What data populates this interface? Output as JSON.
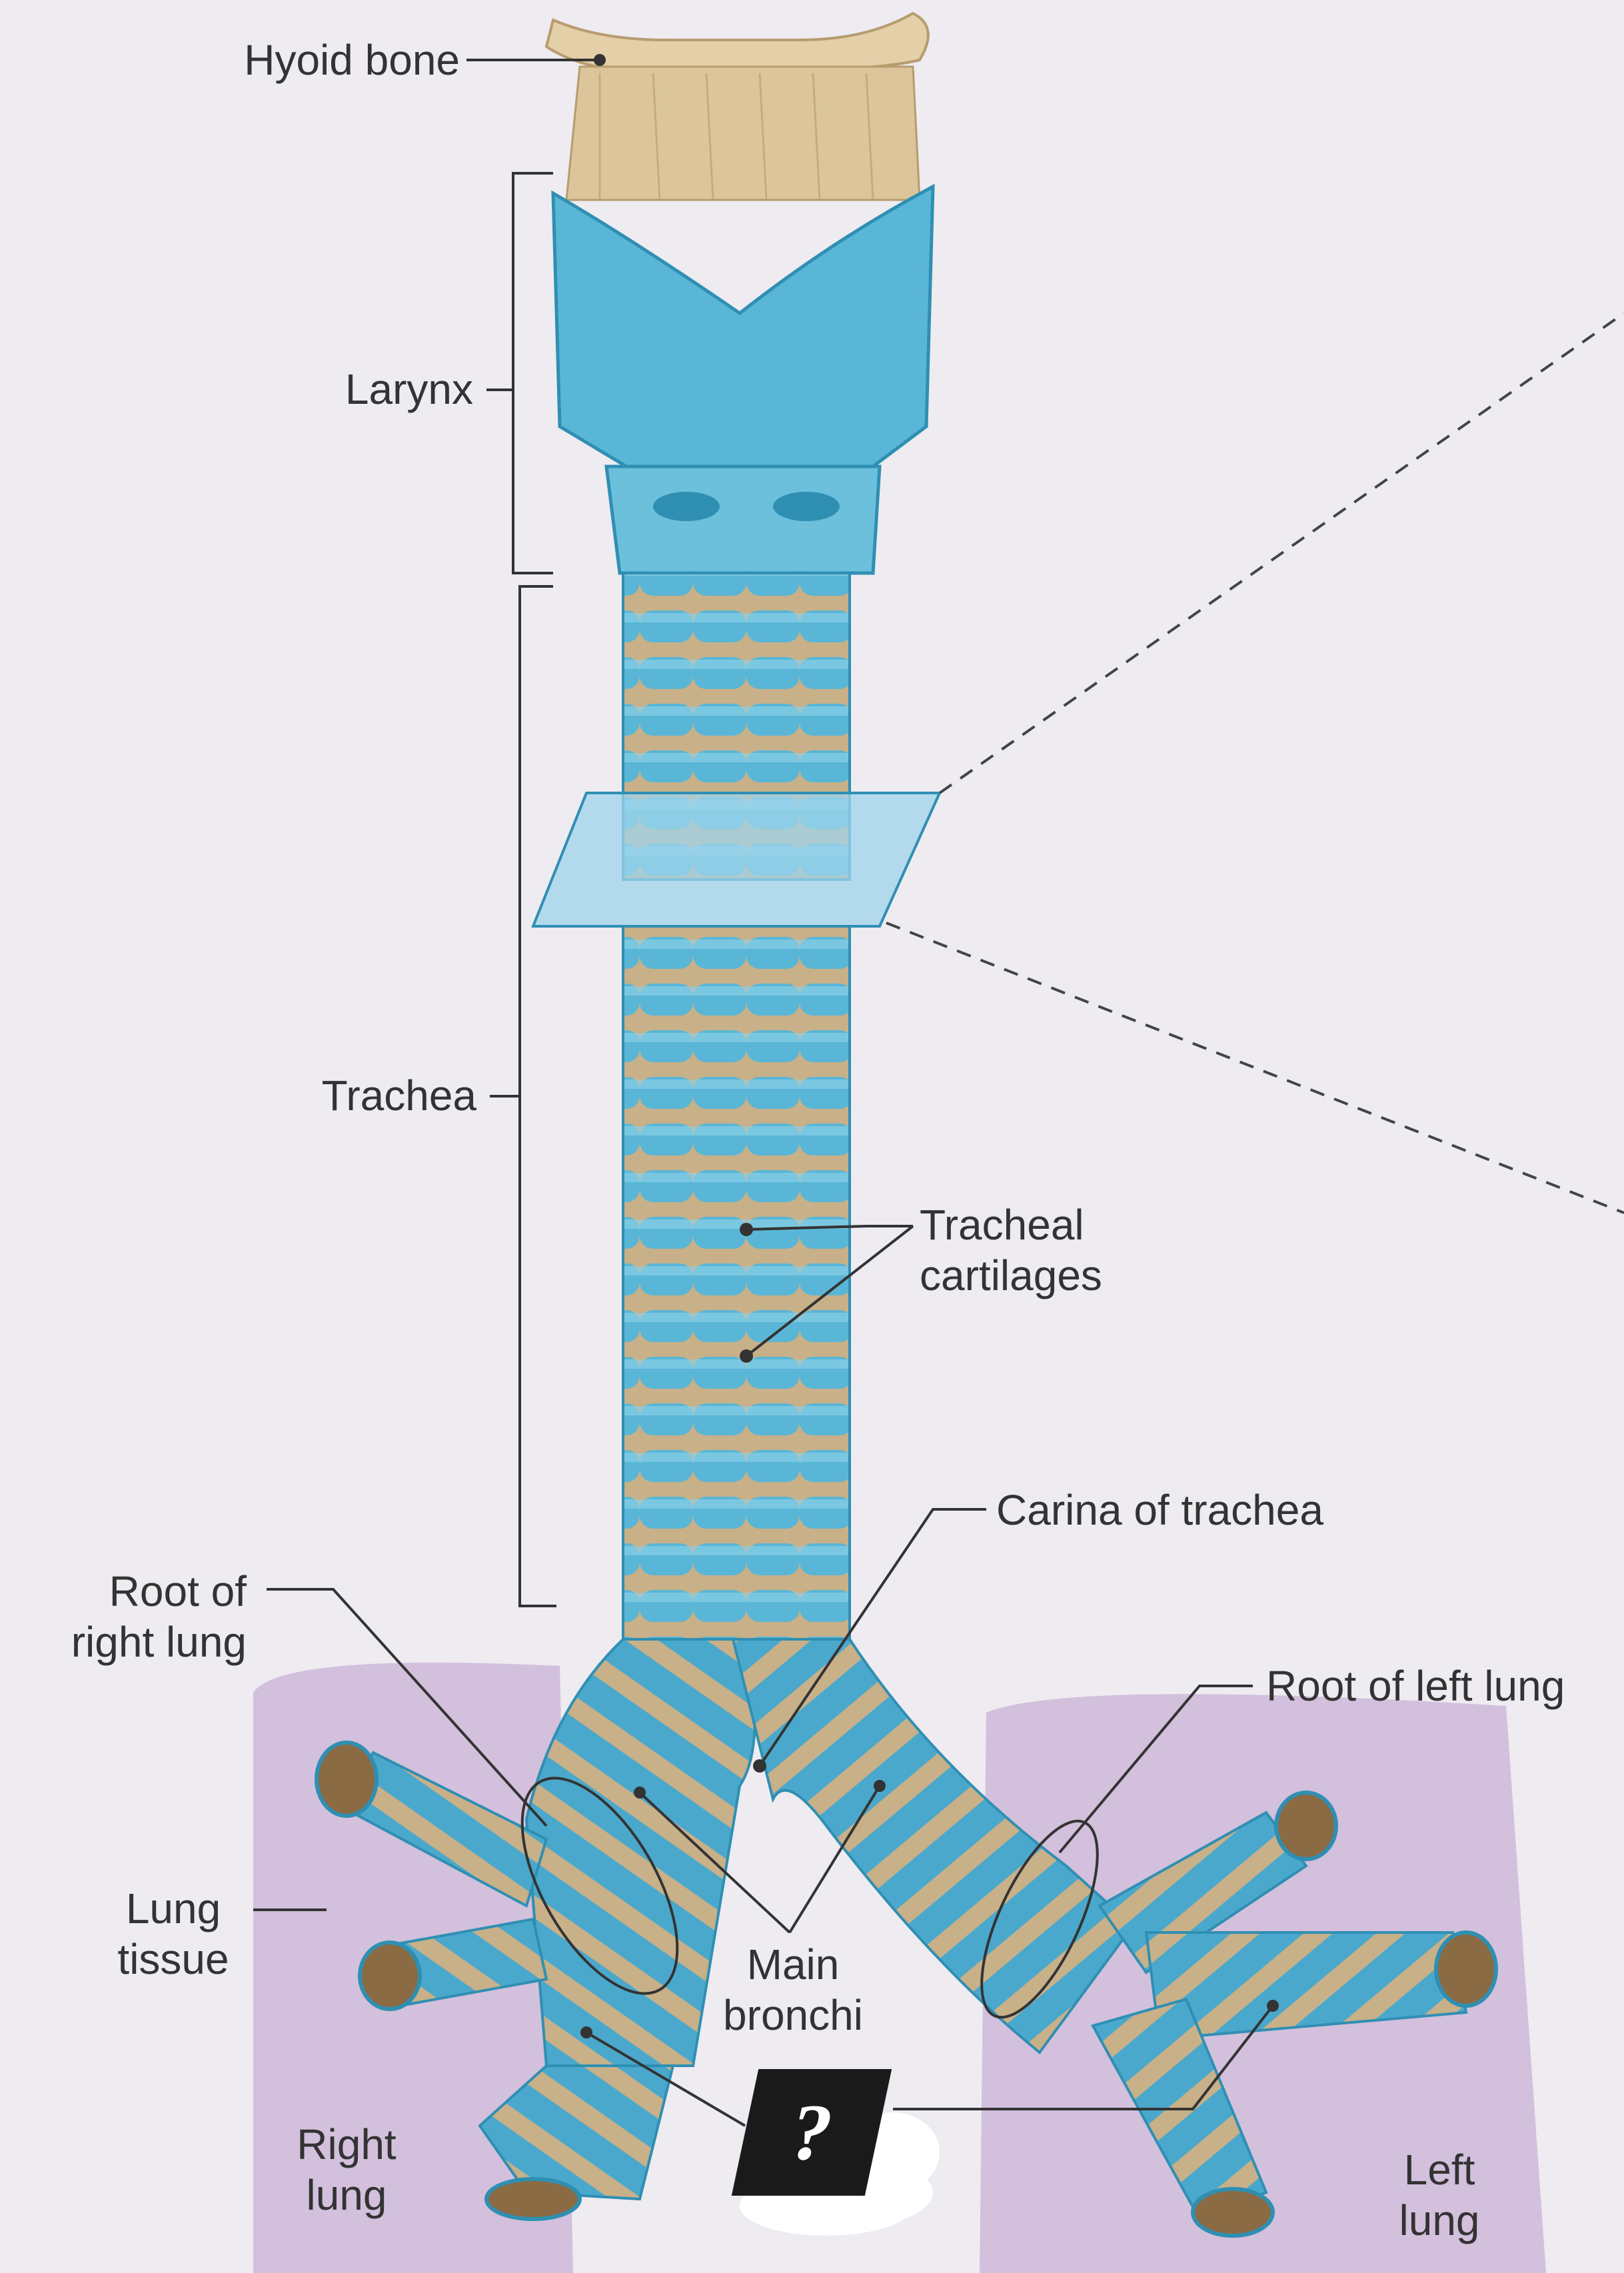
{
  "labels": {
    "hyoid_bone": "Hyoid bone",
    "larynx": "Larynx",
    "trachea": "Trachea",
    "tracheal_cartilages": [
      "Tracheal",
      "cartilages"
    ],
    "carina": "Carina of trachea",
    "root_right_lung": [
      "Root of",
      "right lung"
    ],
    "root_left_lung": "Root of left lung",
    "lung_tissue": [
      "Lung",
      "tissue"
    ],
    "main_bronchi": [
      "Main",
      "bronchi"
    ],
    "right_lung": [
      "Right",
      "lung"
    ],
    "left_lung": [
      "Left",
      "lung"
    ],
    "unknown_marker": "?"
  },
  "colors": {
    "background": "#eeebf1",
    "cartilage": "#5ab6d6",
    "cartilage_dark": "#2f8fb3",
    "ligament": "#c8b088",
    "bone": "#e3cfa8",
    "lung": "#cdb8d9",
    "text": "#333333"
  }
}
